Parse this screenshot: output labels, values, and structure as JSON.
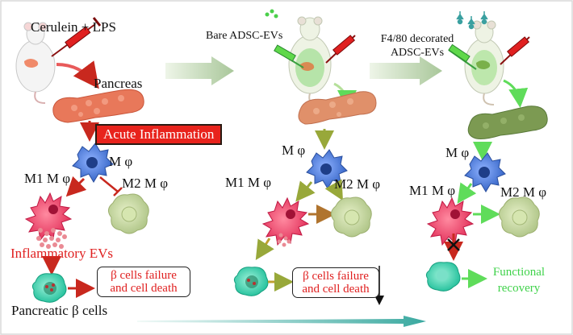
{
  "panel1": {
    "treatment": "Cerulein + LPS",
    "organ": "Pancreas",
    "inflammation": "Acute Inflammation",
    "macrophage": "M φ",
    "m1": "M1 M φ",
    "m2": "M2 M φ",
    "evs": "Inflammatory EVs",
    "outcome": "β cells failure and cell death",
    "beta_cells": "Pancreatic β cells"
  },
  "panel2": {
    "treatment": "Bare ADSC-EVs",
    "macrophage": "M φ",
    "m1": "M1 M φ",
    "m2": "M2 M φ",
    "outcome": "β cells failure and cell death"
  },
  "panel3": {
    "treatment": "F4/80 decorated ADSC-EVs",
    "macrophage": "M φ",
    "m1": "M1 M φ",
    "m2": "M2 M φ",
    "outcome": "Functional recovery"
  },
  "colors": {
    "inflammation_fill": "#e8231c",
    "outcome_text": "#e02020",
    "recovery_text": "#3fd24a",
    "m1_cell": "#f0506e",
    "m2_cell": "#c9dba0",
    "macrophage": "#4a7fd6",
    "beta_cell": "#3fd2b0",
    "pancreas_inflamed": "#e8785a",
    "pancreas_healthy": "#7c9a52"
  }
}
